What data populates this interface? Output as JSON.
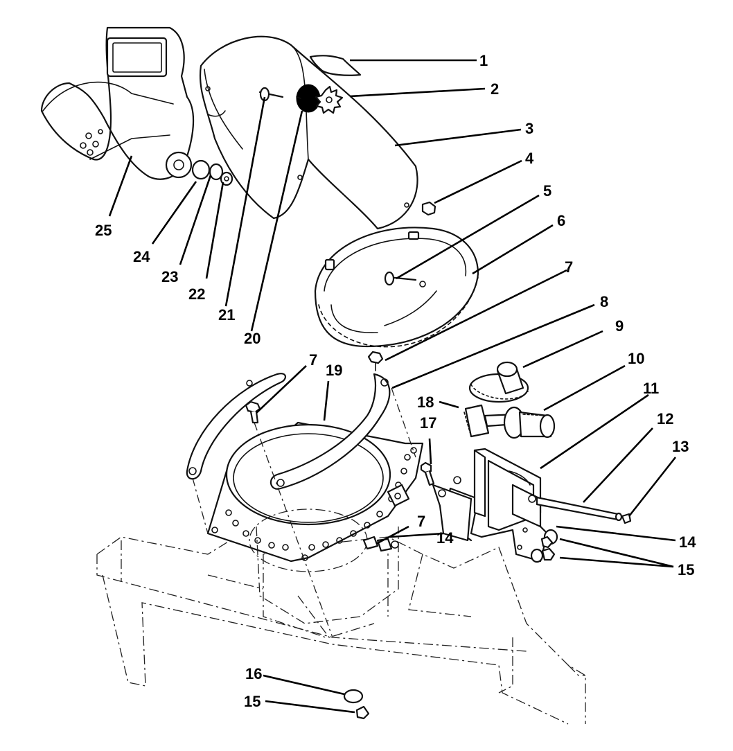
{
  "callouts": [
    {
      "id": "c1",
      "label": "1"
    },
    {
      "id": "c2",
      "label": "2"
    },
    {
      "id": "c3",
      "label": "3"
    },
    {
      "id": "c4",
      "label": "4"
    },
    {
      "id": "c5",
      "label": "5"
    },
    {
      "id": "c6",
      "label": "6"
    },
    {
      "id": "c7a",
      "label": "7"
    },
    {
      "id": "c8",
      "label": "8"
    },
    {
      "id": "c9",
      "label": "9"
    },
    {
      "id": "c10",
      "label": "10"
    },
    {
      "id": "c11",
      "label": "11"
    },
    {
      "id": "c12",
      "label": "12"
    },
    {
      "id": "c13",
      "label": "13"
    },
    {
      "id": "c14a",
      "label": "14"
    },
    {
      "id": "c15a",
      "label": "15"
    },
    {
      "id": "c7b",
      "label": "7"
    },
    {
      "id": "c19",
      "label": "19"
    },
    {
      "id": "c18",
      "label": "18"
    },
    {
      "id": "c17",
      "label": "17"
    },
    {
      "id": "c7c",
      "label": "7"
    },
    {
      "id": "c14b",
      "label": "14"
    },
    {
      "id": "c16",
      "label": "16"
    },
    {
      "id": "c15b",
      "label": "15"
    },
    {
      "id": "c20",
      "label": "20"
    },
    {
      "id": "c21",
      "label": "21"
    },
    {
      "id": "c22",
      "label": "22"
    },
    {
      "id": "c23",
      "label": "23"
    },
    {
      "id": "c24",
      "label": "24"
    },
    {
      "id": "c25",
      "label": "25"
    }
  ]
}
